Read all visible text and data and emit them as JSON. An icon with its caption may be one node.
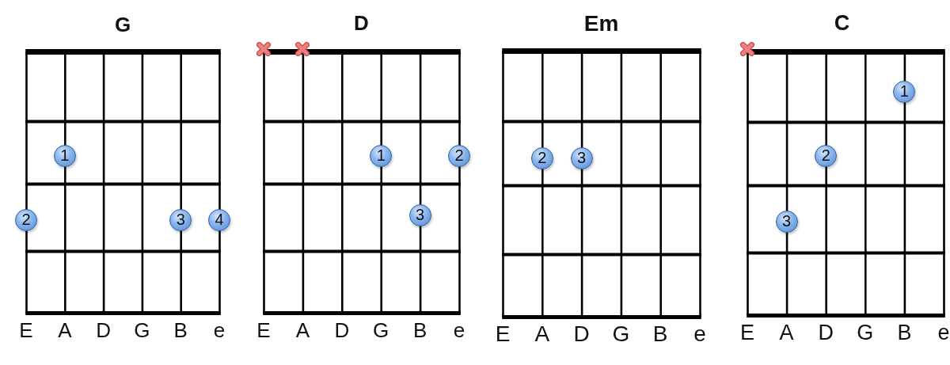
{
  "diagram": {
    "nodes": [
      {
        "text": [
          "G"
        ]
      },
      {
        "text": [
          "1"
        ],
        "in": 0
      },
      {
        "text": [
          "2"
        ],
        "in": 0
      },
      {
        "text": [
          "3"
        ],
        "in": 0
      },
      {
        "text": [
          "4"
        ],
        "in": 0
      },
      {
        "text": [
          "D"
        ]
      },
      {
        "text": [],
        "shape": "cross",
        "in": 5
      },
      {
        "text": [],
        "shape": "cross",
        "in": 5
      },
      {
        "text": [
          "1"
        ],
        "in": 5
      },
      {
        "text": [
          "2"
        ],
        "in": 5
      },
      {
        "text": [
          "3"
        ],
        "in": 5
      },
      {
        "text": [
          "Em"
        ]
      },
      {
        "text": [
          "2"
        ],
        "in": 11
      },
      {
        "text": [
          "3"
        ],
        "in": 11
      },
      {
        "text": [
          "C"
        ]
      },
      {
        "text": [],
        "shape": "cross",
        "in": 14
      },
      {
        "text": [
          "1"
        ],
        "in": 14
      },
      {
        "text": [
          "2"
        ],
        "in": 14
      },
      {
        "text": [
          "3"
        ],
        "in": 14
      }
    ],
    "labels": [
      "E",
      "A",
      "D",
      "G",
      "B",
      "e",
      "E",
      "A",
      "D",
      "G",
      "B",
      "e",
      "E",
      "A",
      "D",
      "G",
      "B",
      "e",
      "E",
      "A",
      "D",
      "G",
      "B",
      "e"
    ]
  }
}
